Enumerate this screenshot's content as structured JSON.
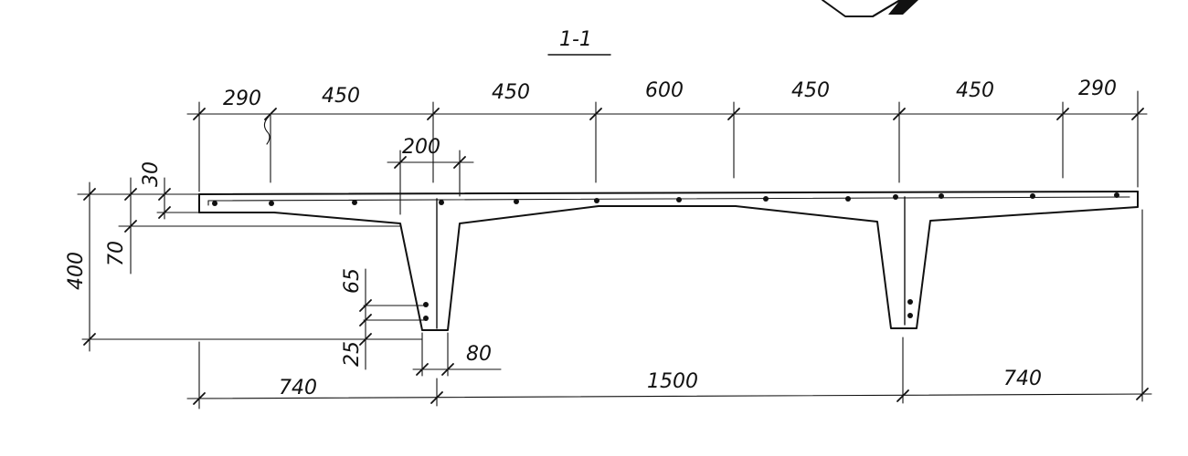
{
  "section": {
    "label": "1-1"
  },
  "top_dims": [
    "290",
    "450",
    "450",
    "600",
    "450",
    "450",
    "290"
  ],
  "rib_top_width": "200",
  "left_heights": {
    "flange": "30",
    "haunch": "70",
    "total": "400"
  },
  "rib_bottom_dims": {
    "upper_bar": "65",
    "lower_bar": "25",
    "rib_bottom_width": "80"
  },
  "bottom_dims": [
    "740",
    "1500",
    "740"
  ],
  "colors": {
    "ink": "#111111",
    "paper": "#ffffff"
  }
}
